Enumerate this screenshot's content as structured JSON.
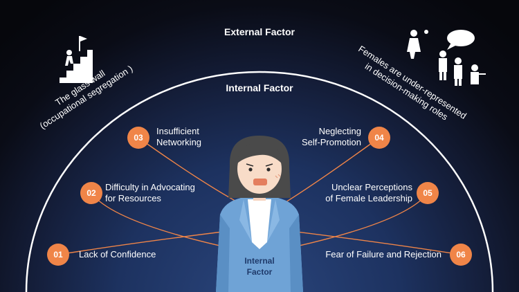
{
  "headings": {
    "external": "External Factor",
    "internal": "Internal Factor"
  },
  "side_labels": {
    "glass_wall_line1": "The glass wall",
    "glass_wall_line2": "(occupational segregation )",
    "underrep_line1": "Females are under-represented",
    "underrep_line2": "in decision-making roles"
  },
  "center_label": {
    "line1": "Internal",
    "line2": "Factor"
  },
  "factors": [
    {
      "num": "01",
      "label": "Lack of Confidence"
    },
    {
      "num": "02",
      "line1": "Difficulty in Advocating",
      "line2": "for Resources"
    },
    {
      "num": "03",
      "line1": "Insufficient",
      "line2": "Networking"
    },
    {
      "num": "04",
      "line1": "Neglecting",
      "line2": "Self-Promotion"
    },
    {
      "num": "05",
      "line1": "Unclear Perceptions",
      "line2": "of Female Leadership"
    },
    {
      "num": "06",
      "label": "Fear of Failure and Rejection"
    }
  ],
  "colors": {
    "accent": "#f08548",
    "jacket": "#6fa3d6",
    "arc": "#ffffff"
  },
  "icons": [
    "climbing-steps-icon",
    "business-meeting-icon",
    "woman-worried-icon"
  ]
}
